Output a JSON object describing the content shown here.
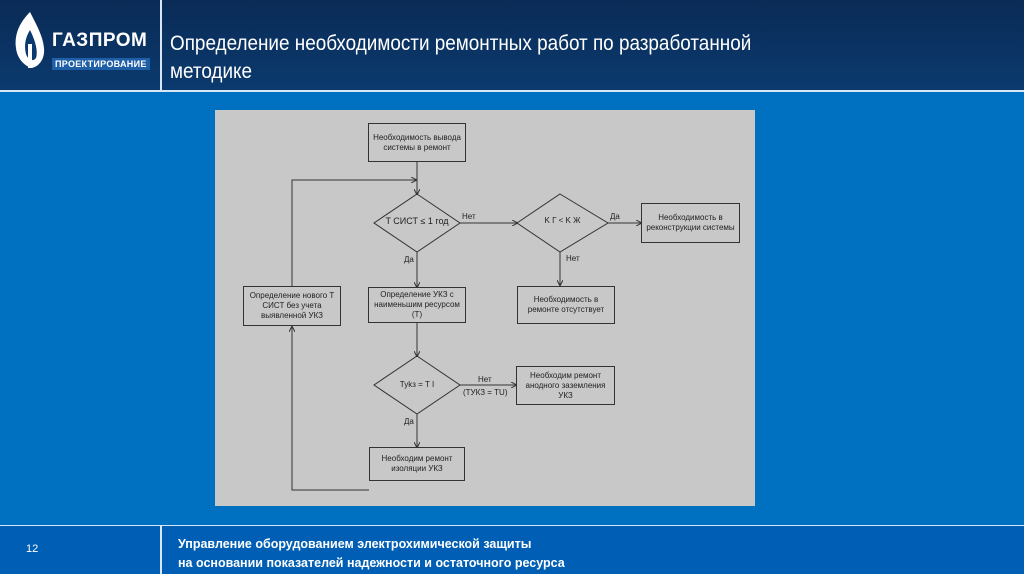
{
  "logo": {
    "word": "ГАЗПРОМ",
    "sub": "ПРОЕКТИРОВАНИЕ"
  },
  "header": {
    "title": "Определение необходимости ремонтных работ по разработанной методике"
  },
  "diagram": {
    "node_need": "Необходимость вывода системы в ремонт",
    "node_decision1": "T СИСТ ≤ 1 год",
    "node_decision2": "K Г < K Ж",
    "node_reconstruction": "Необходимость в реконструкции системы",
    "node_no_repair": "Необходимость в ремонте отсутствует",
    "node_new_t": "Определение нового T СИСТ без учета выявленной УКЗ",
    "node_ukz_min": "Определение УКЗ с наименьшим ресурсом (Т)",
    "node_decision3": "Туkз = T I",
    "node_anode_repair": "Необходим ремонт анодного заземления УКЗ",
    "node_insulation_repair": "Необходим ремонт изоляции УКЗ",
    "label_net1": "Нет",
    "label_da1": "Да",
    "label_da_kg": "Да",
    "label_net_kg": "Нет",
    "label_net3": "Нет",
    "label_net3_sub": "(TУКЗ = TU)",
    "label_da3": "Да"
  },
  "footer": {
    "page": "12",
    "line1": "Управление оборудованием электрохимической защиты",
    "line2": "на основании показателей надежности и остаточного ресурса"
  }
}
